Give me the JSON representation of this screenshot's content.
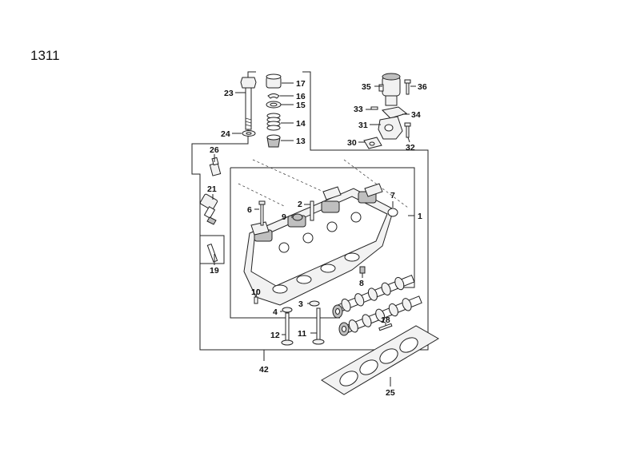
{
  "page": {
    "number": "1311"
  },
  "callouts": {
    "c1": "1",
    "c2": "2",
    "c3": "3",
    "c4": "4",
    "c6": "6",
    "c7": "7",
    "c8": "8",
    "c9": "9",
    "c10": "10",
    "c11": "11",
    "c12": "12",
    "c13": "13",
    "c14": "14",
    "c15": "15",
    "c16": "16",
    "c17": "17",
    "c18": "18",
    "c19": "19",
    "c21": "21",
    "c23": "23",
    "c24": "24",
    "c25": "25",
    "c26": "26",
    "c30": "30",
    "c31": "31",
    "c32": "32",
    "c33": "33",
    "c34": "34",
    "c35": "35",
    "c36": "36",
    "c42": "42"
  }
}
